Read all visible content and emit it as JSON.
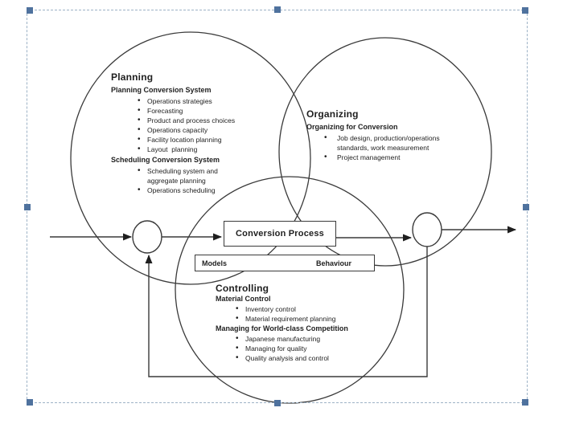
{
  "selection": {
    "border_color": "#9db2c6",
    "handle_color": "#4f729e"
  },
  "diagram": {
    "stroke_color": "#3a3a3a",
    "planning": {
      "title": "Planning",
      "sections": [
        {
          "heading": "Planning Conversion System",
          "bullets": [
            "Operations strategies",
            "Forecasting",
            "Product and process choices",
            "Operations capacity",
            "Facility location planning",
            "Layout  planning"
          ]
        },
        {
          "heading": "Scheduling Conversion System",
          "bullets": [
            "Scheduling system and aggregate planning",
            "Operations scheduling"
          ]
        }
      ]
    },
    "organizing": {
      "title": "Organizing",
      "sections": [
        {
          "heading": "Organizing for Conversion",
          "bullets": [
            "Job design, production/operations standards, work measurement",
            "Project management"
          ]
        }
      ]
    },
    "controlling": {
      "title": "Controlling",
      "sections": [
        {
          "heading": "Material Control",
          "bullets": [
            "Inventory control",
            "Material requirement planning"
          ]
        },
        {
          "heading": "Managing for World-class Competition",
          "bullets": [
            "Japanese manufacturing",
            "Managing for quality",
            "Quality analysis and control"
          ]
        }
      ]
    },
    "conversion_box": {
      "label": "Conversion Process"
    },
    "models_bar": {
      "left_label": "Models",
      "right_label": "Behaviour"
    }
  }
}
